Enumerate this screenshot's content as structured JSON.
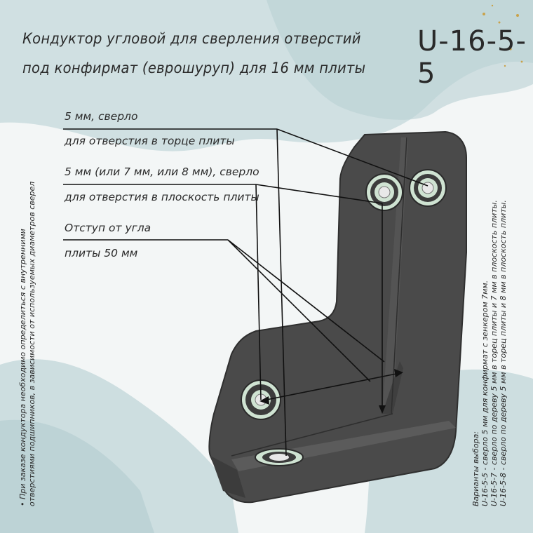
{
  "title_lines": [
    "Кондуктор угловой для сверления отверстий",
    "под конфирмат (еврошуруп) для 16 мм плиты"
  ],
  "model": "U-16-5-5",
  "callouts": {
    "drill_edge_1": "5 мм, сверло",
    "drill_edge_2": "для отверстия в торце плиты",
    "drill_face_1": "5 мм (или 7 мм, или 8 мм), сверло",
    "drill_face_2": "для отверстия в плоскость плиты",
    "offset_1": "Отступ от угла",
    "offset_2": "плиты 50 мм"
  },
  "left_note": {
    "line1": "• При заказе кондуктора необходимо определиться с внутренними",
    "line2": "отверстиями подшипников, в зависимости от используемых диаметров сверел"
  },
  "right_note": {
    "heading": "Варианты выбора:",
    "line1": "U-16-5-5 - сверло 5 мм для конфирмат с зенкером 7мм.",
    "line2": "U-16-5-7 - сверло по дереву 5 мм в торец плиты и 7 мм в плоскость плиты.",
    "line3": "U-16-5-8 - сверло по дереву 5 мм в торец плиты и 8 мм в плоскость плиты."
  },
  "colors": {
    "background": "#f3f6f6",
    "watercolor": "#c9dcde",
    "body": "#4a4a4a",
    "body_top": "#5b5b5b",
    "bushing_ring": "#cfe3d2",
    "text": "#2a2a2a",
    "line": "#111111"
  }
}
